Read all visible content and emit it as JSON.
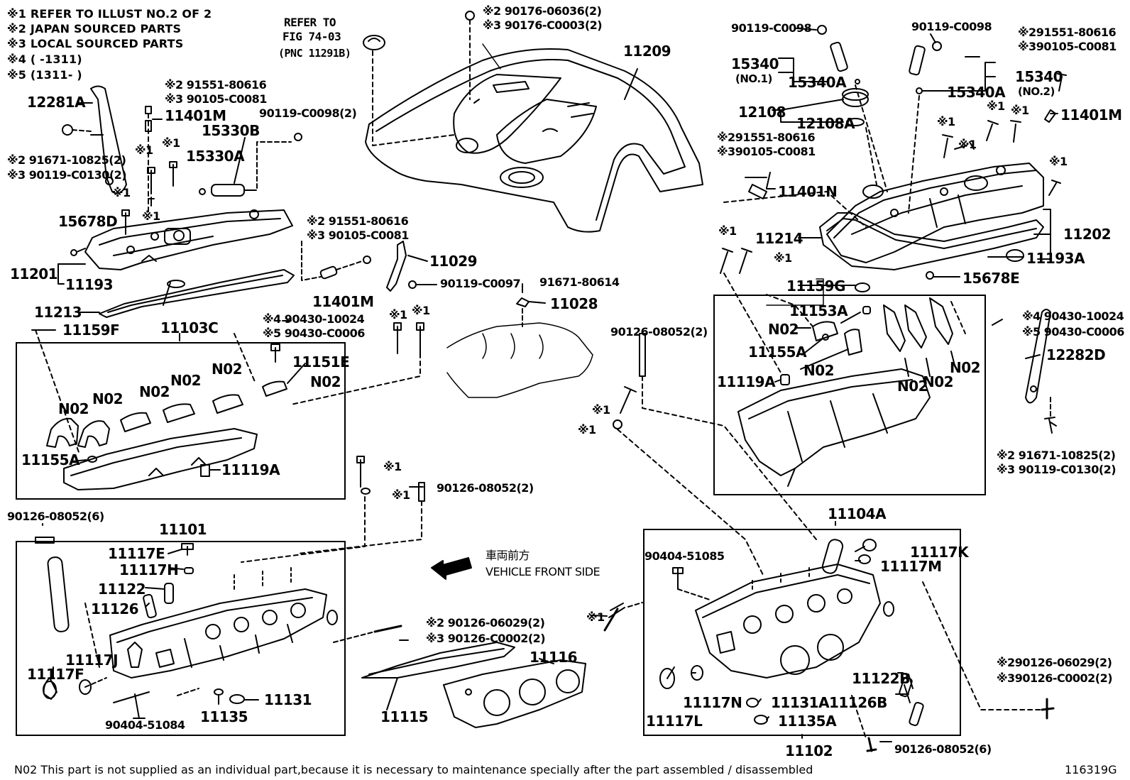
{
  "notes": {
    "n1": "※1 REFER TO ILLUST NO.2 OF 2",
    "n2": "※2 JAPAN SOURCED PARTS",
    "n3": "※3 LOCAL SOURCED PARTS",
    "n4": "※4 (        -1311)",
    "n5": "※5 (1311-        )"
  },
  "refer": {
    "line1": "REFER TO",
    "line2": "FIG 74-03",
    "line3": "(PNC 11291B)"
  },
  "labels": {
    "p11209": "11209",
    "p90176a": "※2 90176-06036(2)",
    "p90176b": "※3 90176-C0003(2)",
    "p12281A": "12281A",
    "p91551_1": "※2 91551-80616",
    "p90105_1": "※3 90105-C0081",
    "p11401M_1": "11401M",
    "p90119_1": "90119-C0098(2)",
    "p15330B": "15330B",
    "p15330A": "15330A",
    "p91671_1": "※2 91671-10825(2)",
    "p90119_2": "※3 90119-C0130(2)",
    "x1_a": "※1",
    "x1_b": "※1",
    "x1_c": "※1",
    "x1_d": "※1",
    "p15678D": "15678D",
    "p11201": "11201",
    "p11193": "11193",
    "p91551_2": "※2 91551-80616",
    "p90105_2": "※3 90105-C0081",
    "p11029": "11029",
    "p11401M_2": "11401M",
    "p90119C0097": "90119-C0097",
    "p91671_80614": "91671-80614",
    "p11028": "11028",
    "p11213": "11213",
    "p11159F": "11159F",
    "p11103C": "11103C",
    "p90430a": "※4 90430-10024",
    "p90430b": "※5 90430-C0006",
    "x1_e": "※1",
    "x1_f": "※1",
    "p11151E": "11151E",
    "n02_a": "N02",
    "n02_b": "N02",
    "n02_c": "N02",
    "n02_d": "N02",
    "n02_e": "N02",
    "n02_f": "N02",
    "p11155A_L": "11155A",
    "p11119A_L": "11119A",
    "p90126_6a": "90126-08052(6)",
    "x1_g": "※1",
    "x1_h": "※1",
    "p90126_2a": "90126-08052(2)",
    "p11101": "11101",
    "p11117E": "11117E",
    "p11117H": "11117H",
    "p11122": "11122",
    "p11126": "11126",
    "p11117J": "11117J",
    "p11117F": "11117F",
    "p11131": "11131",
    "p11135": "11135",
    "p90404_51084": "90404-51084",
    "dir_jp": "車両前方",
    "dir_en": "VEHICLE FRONT SIDE",
    "p90126_06029a": "※2 90126-06029(2)",
    "p90126_C0002a": "※3 90126-C0002(2)",
    "p11115": "11115",
    "p11116": "11116",
    "p90126_2b": "90126-08052(2)",
    "x1_i": "※1",
    "x1_j": "※1",
    "x1_k": "※1",
    "p90119_3": "90119-C0098",
    "p90119_4": "90119-C0098",
    "p91551_3": "※291551-80616",
    "p90105_3": "※390105-C0081",
    "p15340_1": "15340",
    "p15340_no1": "(NO.1)",
    "p15340A_1": "15340A",
    "p15340_2": "15340",
    "p15340_no2": "(NO.2)",
    "p15340A_2": "15340A",
    "p12108": "12108",
    "p12108A": "12108A",
    "x1_l": "※1",
    "x1_m": "※1",
    "x1_n": "※1",
    "x1_o": "※1",
    "p11401M_3": "11401M",
    "p91551_4": "※291551-80616",
    "p90105_4": "※390105-C0081",
    "p11401N": "11401N",
    "x1_p": "※1",
    "x1_q": "※1",
    "p11214": "11214",
    "p11202": "11202",
    "p11193A": "11193A",
    "p11159G": "11159G",
    "p15678E": "15678E",
    "p11153A": "11153A",
    "n02_g": "N02",
    "p11155A_R": "11155A",
    "n02_h": "N02",
    "p11119A_R": "11119A",
    "n02_i": "N02",
    "n02_j": "N02",
    "n02_k": "N02",
    "p90430c": "※4 90430-10024",
    "p90430d": "※5 90430-C0006",
    "p12282D": "12282D",
    "p91671_2": "※2 91671-10825(2)",
    "p90119_5": "※3 90119-C0130(2)",
    "p11104A": "11104A",
    "p90404_51085": "90404-51085",
    "p11117K": "11117K",
    "p11117M": "11117M",
    "p11122B": "11122B",
    "p11126B": "11126B",
    "p11117L": "11117L",
    "p11117N": "11117N",
    "p11131A": "11131A",
    "p11135A": "11135A",
    "p90126_06029b": "※290126-06029(2)",
    "p90126_C0002b": "※390126-C0002(2)",
    "p11102": "11102",
    "p90126_6b": "90126-08052(6)"
  },
  "footer": {
    "text": "N02 This part is not supplied as an individual part,because it is necessary to maintenance specially after the part assembled / disassembled",
    "code": "116319G"
  }
}
